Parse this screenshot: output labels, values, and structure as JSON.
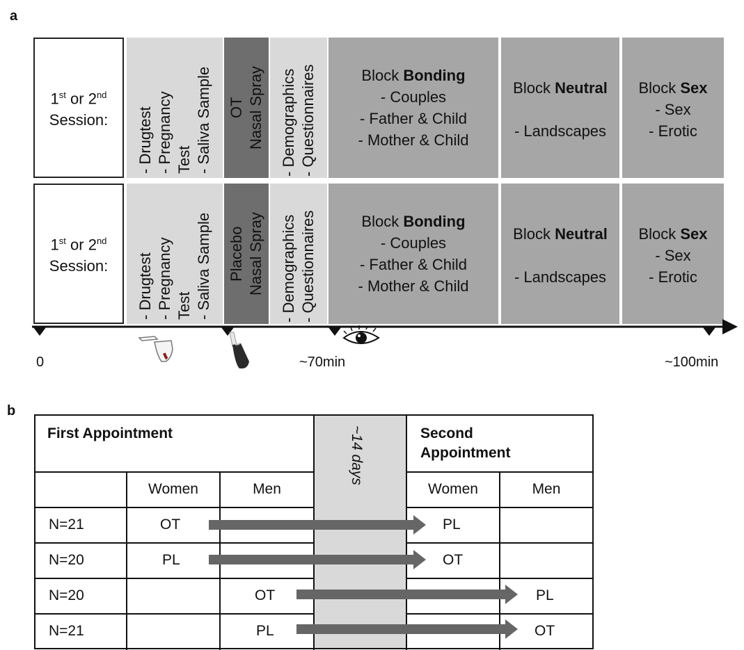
{
  "panel_a": {
    "label": "a",
    "rows": [
      {
        "session_line1_prefix": "1",
        "session_sup1": "st",
        "session_line1_mid": " or 2",
        "session_sup2": "nd",
        "session_line2": "Session:",
        "prep": [
          "- Drugtest",
          "- Pregnancy",
          "Test",
          "- Saliva Sample"
        ],
        "spray": [
          "OT",
          "Nasal Spray"
        ],
        "demo": [
          "- Demographics",
          "- Questionnaires"
        ],
        "bonding": {
          "prefix": "Block ",
          "bold": "Bonding",
          "items": [
            "- Couples",
            "- Father & Child",
            "- Mother & Child"
          ]
        },
        "neutral": {
          "prefix": "Block ",
          "bold": "Neutral",
          "items": [
            "- Landscapes"
          ]
        },
        "sex": {
          "prefix": "Block ",
          "bold": "Sex",
          "items": [
            "- Sex",
            "- Erotic"
          ]
        }
      },
      {
        "session_line1_prefix": "1",
        "session_sup1": "st",
        "session_line1_mid": " or 2",
        "session_sup2": "nd",
        "session_line2": "Session:",
        "prep": [
          "- Drugtest",
          "- Pregnancy",
          "Test",
          "- Saliva Sample"
        ],
        "spray": [
          "Placebo",
          "Nasal Spray"
        ],
        "demo": [
          "- Demographics",
          "- Questionnaires"
        ],
        "bonding": {
          "prefix": "Block ",
          "bold": "Bonding",
          "items": [
            "- Couples",
            "- Father & Child",
            "- Mother & Child"
          ]
        },
        "neutral": {
          "prefix": "Block ",
          "bold": "Neutral",
          "items": [
            "- Landscapes"
          ]
        },
        "sex": {
          "prefix": "Block ",
          "bold": "Sex",
          "items": [
            "- Sex",
            "- Erotic"
          ]
        }
      }
    ],
    "timeline": {
      "start": "0",
      "mid": "~70min",
      "end": "~100min"
    },
    "icons": [
      "saliva-tube-icon",
      "nasal-spray-icon",
      "eye-icon"
    ]
  },
  "panel_b": {
    "label": "b",
    "first_appointment": "First Appointment",
    "second_appointment_line1": "Second",
    "second_appointment_line2": "Appointment",
    "interval": "~14 days",
    "col_women": "Women",
    "col_men": "Men",
    "rows": [
      {
        "n": "N=21",
        "first": "OT",
        "second": "PL",
        "group": "women"
      },
      {
        "n": "N=20",
        "first": "PL",
        "second": "OT",
        "group": "women"
      },
      {
        "n": "N=20",
        "first": "OT",
        "second": "PL",
        "group": "men"
      },
      {
        "n": "N=21",
        "first": "PL",
        "second": "OT",
        "group": "men"
      }
    ]
  }
}
